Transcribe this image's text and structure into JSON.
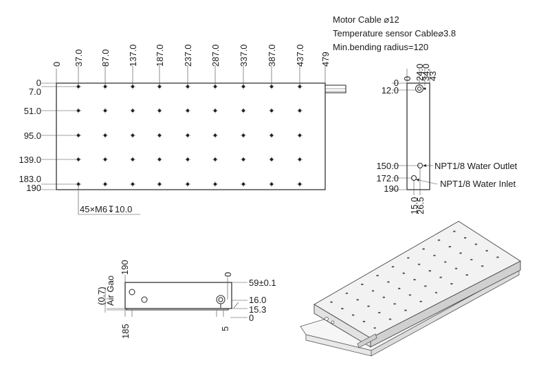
{
  "notes": {
    "motor_cable": "Motor Cable ⌀12",
    "temp_sensor_cable": "Temperature sensor Cable⌀3.8",
    "bending_radius": "Min.bending radius=120"
  },
  "top_view": {
    "x_dims": [
      "0",
      "37.0",
      "87.0",
      "137.0",
      "187.0",
      "237.0",
      "287.0",
      "337.0",
      "387.0",
      "437.0",
      "479"
    ],
    "y_dims": [
      "0",
      "7.0",
      "51.0",
      "95.0",
      "139.0",
      "183.0",
      "190"
    ],
    "hole_callout": "45×M6↧10.0"
  },
  "side_view": {
    "x_dims": [
      "0",
      "24.0",
      "34.0",
      "43"
    ],
    "y_dims": [
      "0",
      "12.0",
      "150.0",
      "172.0",
      "190"
    ],
    "bottom_dims": [
      "15.0",
      "26.5"
    ],
    "outlet_label": "NPT1/8 Water Outlet",
    "inlet_label": "NPT1/8 Water Inlet"
  },
  "end_view": {
    "left_dims": [
      "(0.7)",
      "Air Gao",
      "190",
      "185"
    ],
    "right_dims": [
      "59±0.1",
      "16.0",
      "15.3",
      "0"
    ],
    "top_zero": "0",
    "bottom_five": "5"
  }
}
